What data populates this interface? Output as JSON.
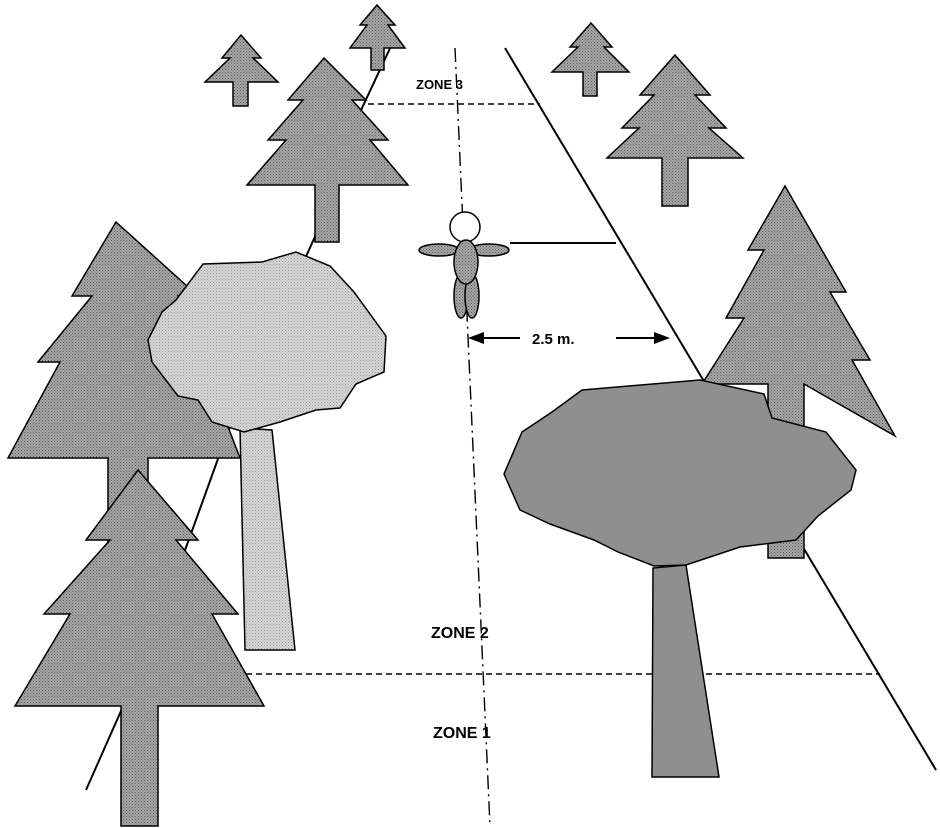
{
  "labels": {
    "zone_3": "ZONE 3",
    "zone_2": "ZONE 2",
    "zone_1": "ZONE 1",
    "distance": "2.5 m."
  },
  "colors": {
    "conifer_fill": "#9a9a9a",
    "light_tree_fill": "#cfcfcf",
    "dark_tree_fill": "#8f8f8f",
    "person_body": "#7c7c7c",
    "line": "#000000",
    "background": "#ffffff"
  }
}
